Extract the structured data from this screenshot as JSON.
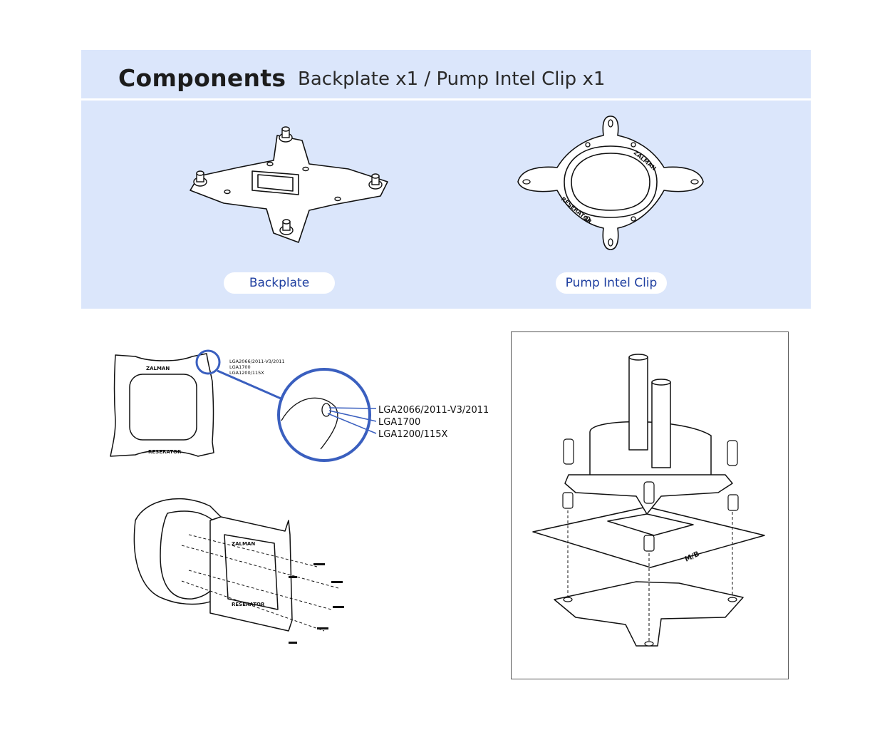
{
  "header": {
    "title": "Components",
    "subtitle": "Backplate x1 / Pump Intel Clip x1"
  },
  "components": {
    "backplate_label": "Backplate",
    "clip_label": "Pump Intel Clip"
  },
  "clip_diagram": {
    "brand_top": "ZALMAN",
    "brand_bottom": "RESERATOR",
    "small_labels": [
      "LGA2066/2011-V3/2011",
      "LGA1700",
      "LGA1200/115X"
    ],
    "zoom_labels": [
      "LGA2066/2011-V3/2011",
      "LGA1700",
      "LGA1200/115X"
    ]
  },
  "install_diagram": {
    "board_label": "M/B"
  },
  "colors": {
    "panel_bg": "#dbe6fb",
    "accent_blue": "#3a5fbf",
    "pill_text": "#1f3fa0"
  }
}
